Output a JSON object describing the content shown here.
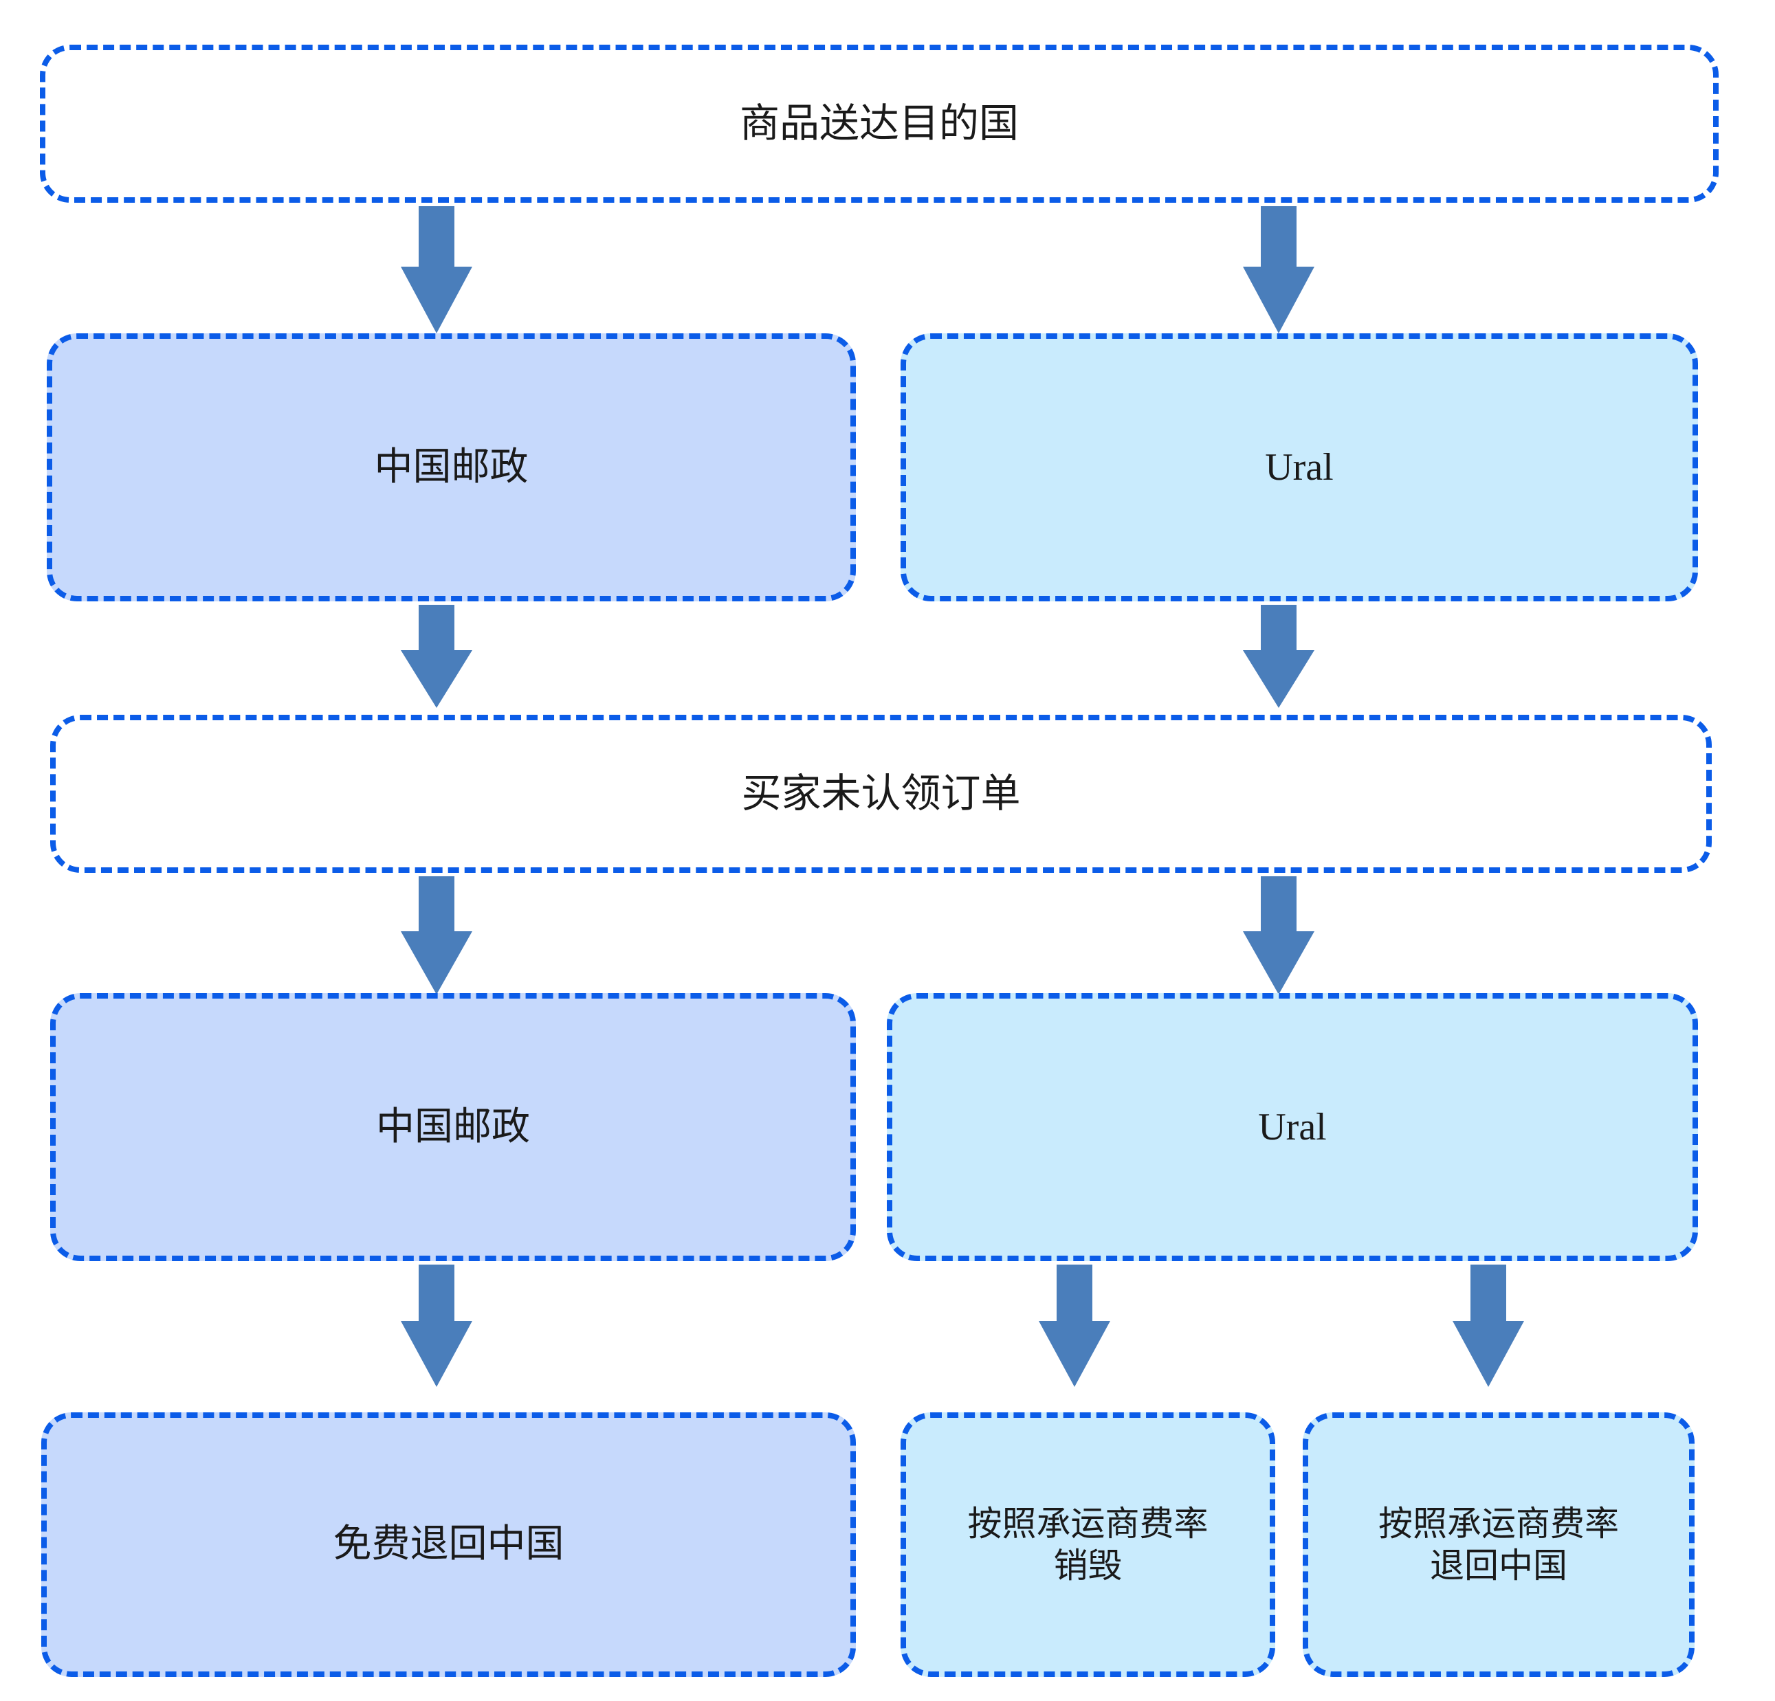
{
  "diagram": {
    "title": "商品送达目的国",
    "colors": {
      "border": "#0B5CE8",
      "fill_blue": "#C6D9FC",
      "fill_cyan": "#C9EBFD",
      "arrow": "#4A7EBB",
      "text": "#1a1a1a"
    },
    "rows": {
      "destination": {
        "label": "商品送达目的国"
      },
      "carriers_stage_1": {
        "china_post": "中国邮政",
        "ural": "Ural"
      },
      "unclaimed": {
        "label": "买家未认领订单"
      },
      "carriers_stage_2": {
        "china_post": "中国邮政",
        "ural": "Ural"
      },
      "outcomes": {
        "free_return": "免费退回中国",
        "carrier_destroy": "按照承运商费率\n销毁",
        "carrier_return": "按照承运商费率\n退回中国"
      }
    },
    "edges": [
      {
        "from": "商品送达目的国",
        "to": "中国邮政"
      },
      {
        "from": "商品送达目的国",
        "to": "Ural"
      },
      {
        "from": "中国邮政",
        "to": "买家未认领订单"
      },
      {
        "from": "Ural",
        "to": "买家未认领订单"
      },
      {
        "from": "买家未认领订单",
        "to": "中国邮政"
      },
      {
        "from": "买家未认领订单",
        "to": "Ural"
      },
      {
        "from": "中国邮政",
        "to": "免费退回中国"
      },
      {
        "from": "Ural",
        "to": "按照承运商费率销毁"
      },
      {
        "from": "Ural",
        "to": "按照承运商费率退回中国"
      }
    ]
  }
}
